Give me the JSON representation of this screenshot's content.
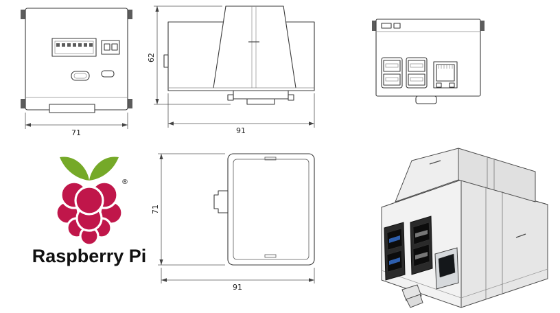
{
  "dimensions": {
    "top_width": "71",
    "front_height": "62",
    "front_width": "91",
    "side_height": "71",
    "side_width": "91"
  },
  "logo": {
    "wordmark": "Raspberry Pi",
    "registered_mark": "®",
    "berry_color": "#c0164a",
    "leaf_color": "#75a928",
    "wordmark_color": "#111111"
  },
  "iso": {
    "usb3_blue": "#2e5fae",
    "case_color": "#f2f2f2"
  }
}
